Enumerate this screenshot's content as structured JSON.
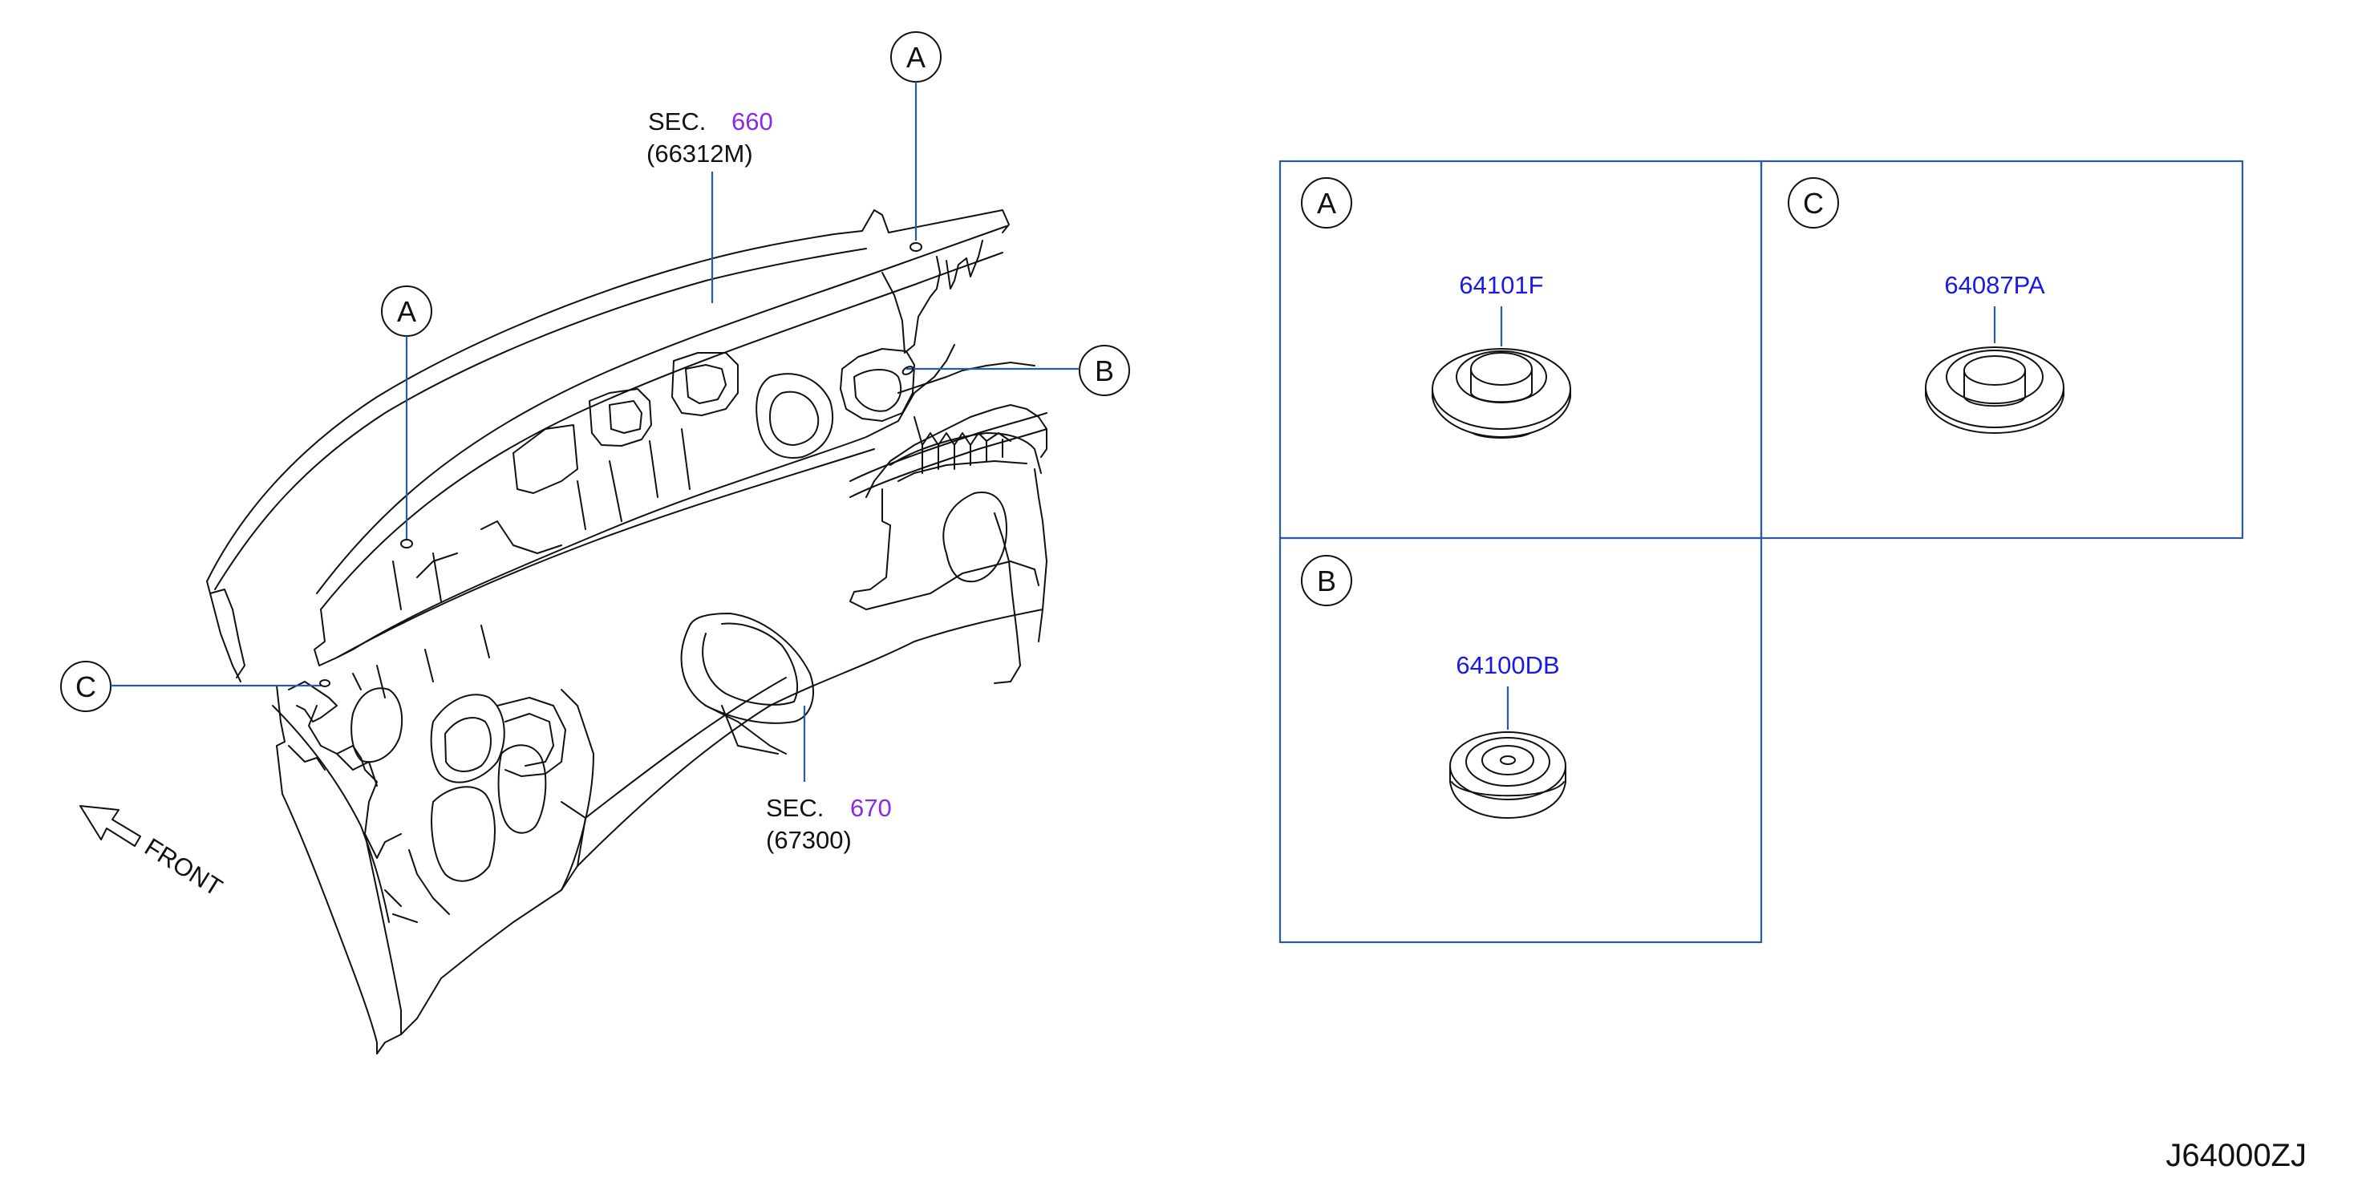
{
  "diagram": {
    "callouts_main": {
      "a_top": "A",
      "a_left": "A",
      "b": "B",
      "c": "C"
    },
    "sec_upper": {
      "prefix": "SEC.",
      "num": "660",
      "part": "(66312M)"
    },
    "sec_lower": {
      "prefix": "SEC.",
      "num": "670",
      "part": "(67300)"
    },
    "front_label": "FRONT",
    "panels": {
      "a": {
        "letter": "A",
        "part_no": "64101F"
      },
      "c": {
        "letter": "C",
        "part_no": "64087PA"
      },
      "b": {
        "letter": "B",
        "part_no": "64100DB"
      }
    },
    "drawing_code": "J64000ZJ"
  },
  "colors": {
    "leader": "#2a5aa8",
    "part_number": "#1a1ae6",
    "section_number": "#8a2be2",
    "line": "#111111"
  }
}
